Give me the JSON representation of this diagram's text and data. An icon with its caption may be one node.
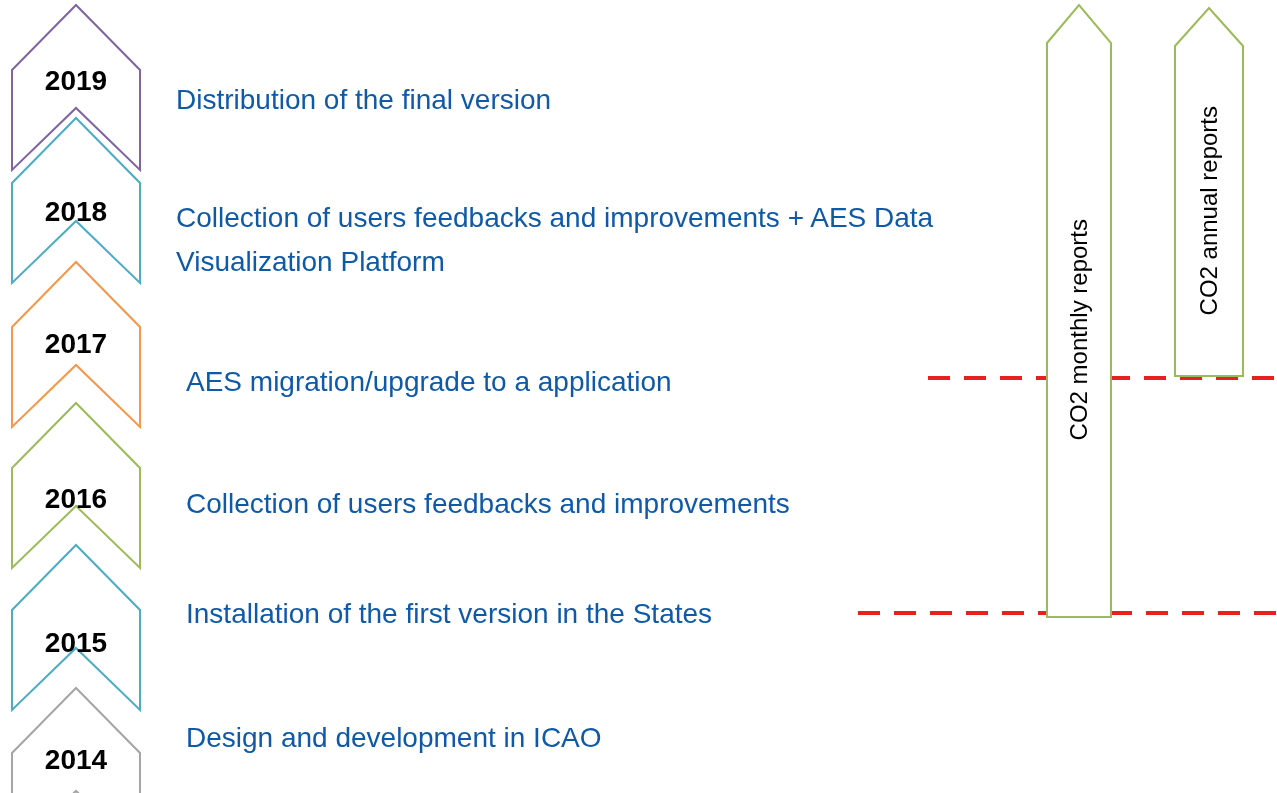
{
  "diagram": {
    "nodes": [
      {
        "text": [
          "2019"
        ],
        "beside": [
          "Distribution of the final version"
        ]
      },
      {
        "text": [
          "2018"
        ],
        "beside": [
          "Collection of users feedbacks and improvements + AES Data Visualization Platform"
        ]
      },
      {
        "text": [
          "2017"
        ],
        "beside": [
          "AES migration/upgrade to a application"
        ]
      },
      {
        "text": [
          "2016"
        ],
        "beside": [
          "Collection of users feedbacks and improvements"
        ]
      },
      {
        "text": [
          "2015"
        ],
        "beside": [
          "Installation of the first version in the States"
        ]
      },
      {
        "text": [
          "2014"
        ],
        "beside": [
          "Design and development in ICAO"
        ]
      },
      {
        "text": [
          "CO2 monthly reports"
        ]
      },
      {
        "text": [
          "CO2 annual reports"
        ]
      }
    ]
  }
}
